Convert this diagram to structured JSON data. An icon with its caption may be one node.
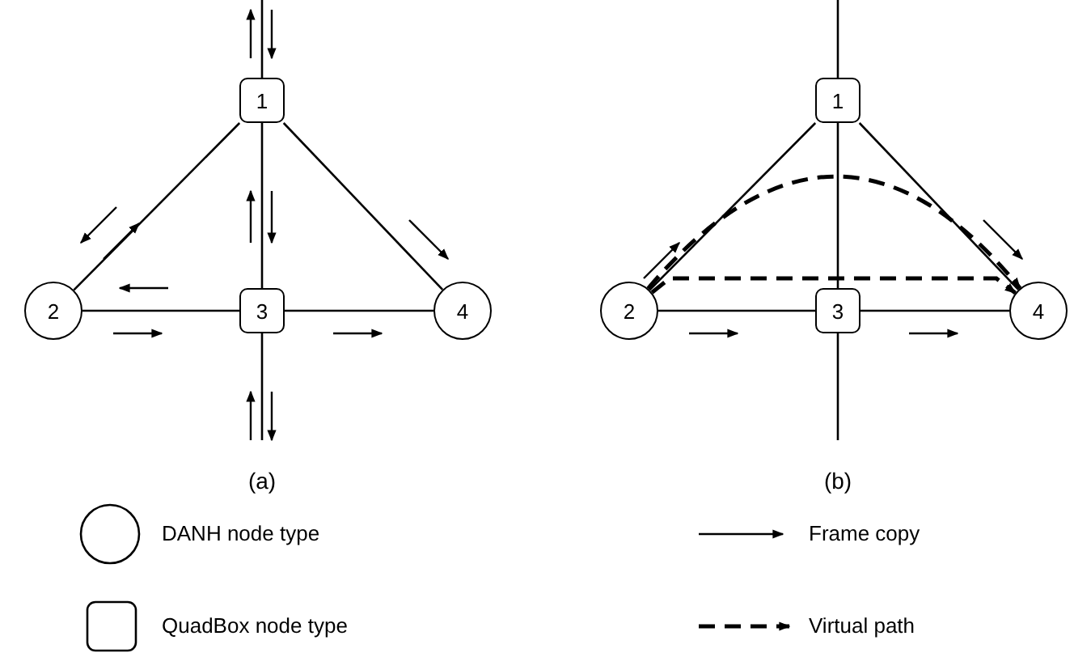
{
  "diagram": {
    "nodes": [
      {
        "text": [
          "1"
        ]
      },
      {
        "text": [
          "2"
        ]
      },
      {
        "text": [
          "3"
        ]
      },
      {
        "text": [
          "4"
        ]
      },
      {
        "text": [
          "1"
        ]
      },
      {
        "text": [
          "2"
        ]
      },
      {
        "text": [
          "3"
        ]
      },
      {
        "text": [
          "4"
        ]
      }
    ],
    "edges": [
      {
        "from": null,
        "to": 0,
        "arrow": "none"
      },
      {
        "from": 0,
        "to": 1,
        "arrow": "none"
      },
      {
        "from": 0,
        "to": 2,
        "arrow": "none"
      },
      {
        "from": 0,
        "to": 3,
        "arrow": "none"
      },
      {
        "from": 1,
        "to": 2,
        "arrow": "none"
      },
      {
        "from": 2,
        "to": 3,
        "arrow": "none"
      },
      {
        "from": 2,
        "to": null,
        "arrow": "none"
      },
      {
        "from": null,
        "to": 4,
        "arrow": "none"
      },
      {
        "from": 4,
        "to": 5,
        "arrow": "none"
      },
      {
        "from": 4,
        "to": 6,
        "arrow": "none"
      },
      {
        "from": 4,
        "to": 7,
        "arrow": "none"
      },
      {
        "from": 5,
        "to": 6,
        "arrow": "none"
      },
      {
        "from": 6,
        "to": 7,
        "arrow": "none"
      },
      {
        "from": 6,
        "to": null,
        "arrow": "none"
      },
      {
        "from": 5,
        "to": 7,
        "arrow": "to",
        "style": "dashed"
      },
      {
        "from": 5,
        "to": 7,
        "arrow": "to",
        "style": "dashed"
      }
    ],
    "labels": [
      "(a)",
      "(b)"
    ],
    "legend": [
      {
        "text": "DANH node type"
      },
      {
        "text": "QuadBox node type"
      },
      {
        "text": "Frame copy"
      },
      {
        "text": "Virtual path"
      }
    ]
  }
}
